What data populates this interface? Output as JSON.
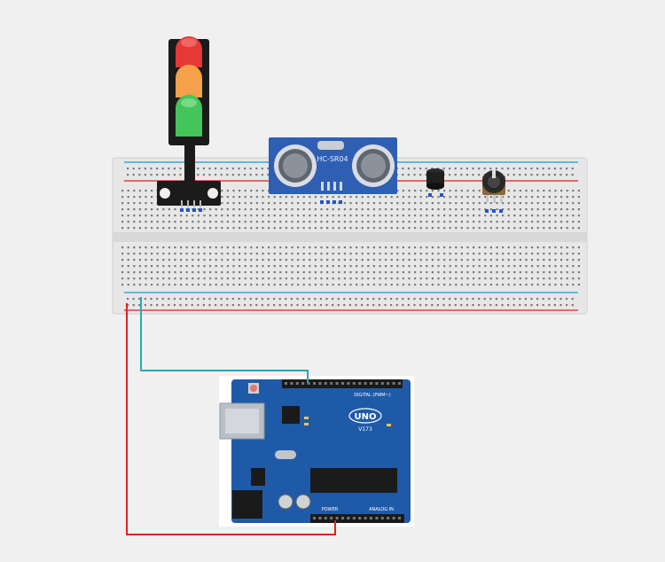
{
  "workspace": {
    "background": "#f0f0f0"
  },
  "components": {
    "traffic_light": {
      "colors": [
        "#e53935",
        "#f5a04a",
        "#43c559"
      ],
      "body": "#1b1b1b"
    },
    "ultrasonic": {
      "label": "HC-SR04",
      "board_color": "#2f5fb3"
    },
    "buzzer": {
      "color": "#1f1f1f"
    },
    "potentiometer": {
      "color": "#2b2b2b"
    },
    "arduino": {
      "model": "UNO",
      "version": "V173",
      "digital_label": "DIGITAL (PWM~)",
      "analog_label": "ANALOG IN",
      "power_label": "POWER",
      "board_color": "#1f5aa8"
    }
  },
  "wires": [
    {
      "name": "red-wire",
      "color": "#e02020"
    },
    {
      "name": "teal-wire",
      "color": "#2aa7b7"
    }
  ],
  "breadboard": {
    "rail_red": "#e04040",
    "rail_blue": "#3aa7d6",
    "body": "#e7e7e7"
  }
}
